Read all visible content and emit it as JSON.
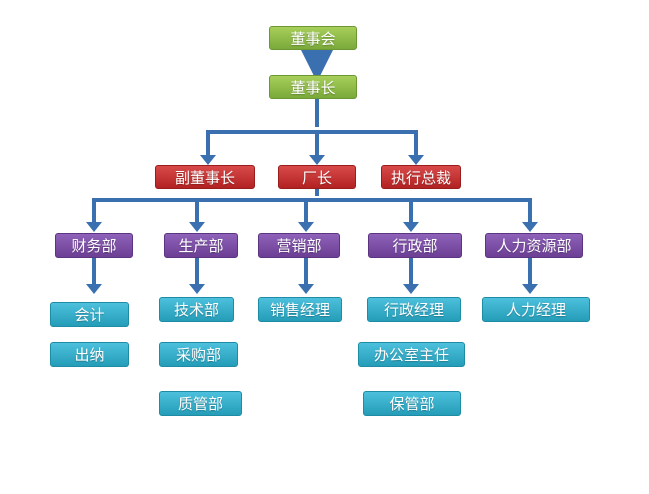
{
  "colors": {
    "connector": "#3a6fb0",
    "top": "#8fbe45",
    "exec": "#c73232",
    "dept": "#7d4fa8",
    "unit": "#35b0cc"
  },
  "org": {
    "board": "董事会",
    "chairman": "董事长",
    "executives": [
      "副董事长",
      "厂长",
      "执行总裁"
    ],
    "departments": [
      {
        "name": "财务部",
        "units": [
          "会计",
          "出纳"
        ]
      },
      {
        "name": "生产部",
        "units": [
          "技术部",
          "采购部",
          "质管部"
        ]
      },
      {
        "name": "营销部",
        "units": [
          "销售经理"
        ]
      },
      {
        "name": "行政部",
        "units": [
          "行政经理",
          "办公室主任",
          "保管部"
        ]
      },
      {
        "name": "人力资源部",
        "units": [
          "人力经理"
        ]
      }
    ]
  }
}
